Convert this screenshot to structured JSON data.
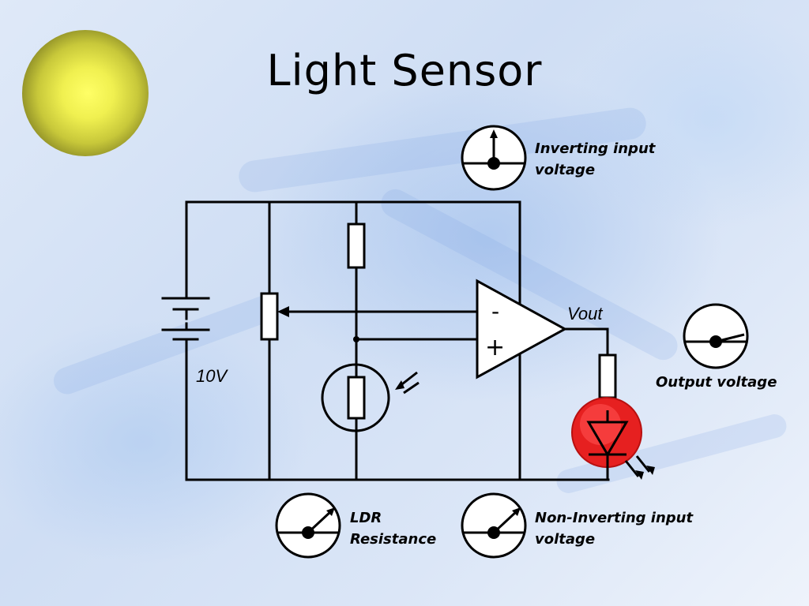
{
  "slide": {
    "title": "Light Sensor"
  },
  "circuit": {
    "battery_voltage": "10V",
    "output_label": "Vout",
    "opamp_minus": "-",
    "opamp_plus": "+"
  },
  "meters": {
    "inverting": {
      "label": "Inverting input\nvoltage"
    },
    "output": {
      "label": "Output voltage"
    },
    "ldr": {
      "label": "LDR\nResistance"
    },
    "non_inverting": {
      "label": "Non-Inverting input\nvoltage"
    }
  },
  "colors": {
    "led_fill": "#e62020",
    "lamp_center": "#ffff66"
  }
}
